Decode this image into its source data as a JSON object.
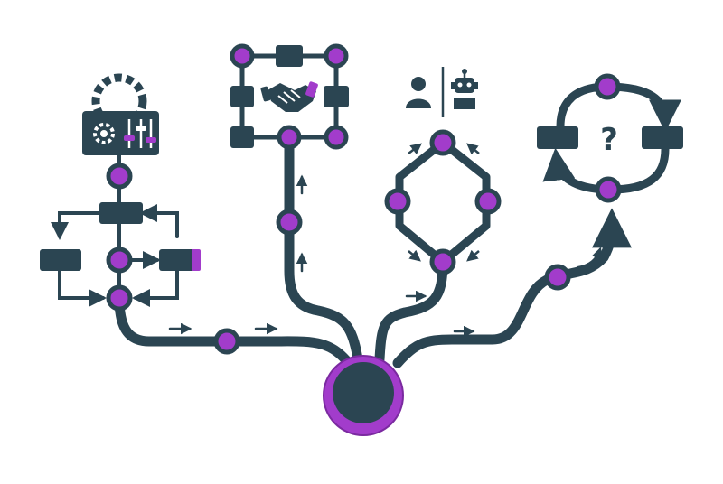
{
  "colors": {
    "primary": "#2b4552",
    "accent": "#a23ccb",
    "accent_dark": "#7b2aa0",
    "background": "#ffffff"
  },
  "central_hub": {
    "icon": "hub-circle-icon"
  },
  "branches": [
    {
      "id": "settings-flowchart",
      "icon": "gear-sliders-icon"
    },
    {
      "id": "handshake-network",
      "icon": "handshake-icon"
    },
    {
      "id": "human-robot-cycle",
      "icon": "person-robot-icon"
    },
    {
      "id": "question-loop",
      "icon": "question-mark-icon",
      "label": "?"
    }
  ]
}
